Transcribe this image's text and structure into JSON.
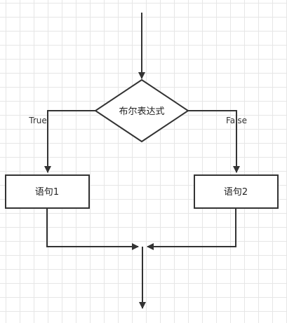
{
  "diagram": {
    "decision": {
      "label": "布尔表达式"
    },
    "branch_true": {
      "label": "True"
    },
    "branch_false": {
      "label": "False"
    },
    "statement_1": {
      "label": "语句1"
    },
    "statement_2": {
      "label": "语句2"
    },
    "colors": {
      "stroke": "#333333",
      "text": "#222222",
      "grid": "#e6e6e6",
      "background": "#ffffff"
    }
  }
}
